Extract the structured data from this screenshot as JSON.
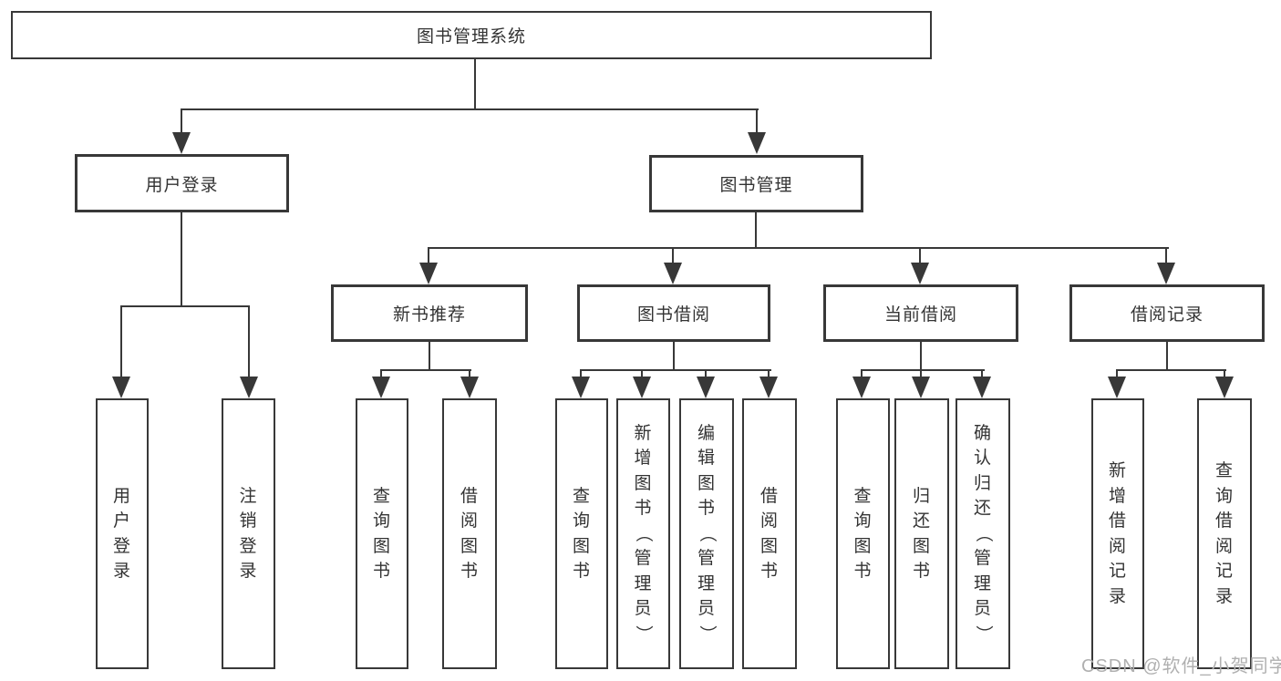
{
  "colors": {
    "line": "#383838",
    "text": "#333333",
    "box_fill": "#ffffff",
    "background": "#ffffff",
    "watermark": "#b0b0b0"
  },
  "tree": {
    "root": {
      "label": "图书管理系统"
    },
    "level2": [
      {
        "label": "用户登录",
        "leaves": [
          "用户登录",
          "注销登录"
        ]
      },
      {
        "label": "图书管理",
        "sections": [
          {
            "label": "新书推荐",
            "leaves": [
              "查询图书",
              "借阅图书"
            ]
          },
          {
            "label": "图书借阅",
            "leaves": [
              "查询图书",
              "新增图书（管理员）",
              "编辑图书（管理员）",
              "借阅图书"
            ]
          },
          {
            "label": "当前借阅",
            "leaves": [
              "查询图书",
              "归还图书",
              "确认归还（管理员）"
            ]
          },
          {
            "label": "借阅记录",
            "leaves": [
              "新增借阅记录",
              "查询借阅记录"
            ]
          }
        ]
      }
    ]
  },
  "watermark": "CSDN @软件_小贺同学"
}
